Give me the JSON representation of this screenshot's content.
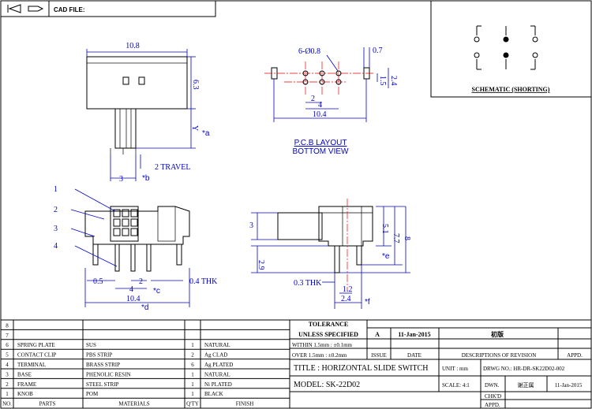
{
  "header": {
    "cad_file_label": "CAD FILE:"
  },
  "schematic": {
    "caption": "SCHEMATIC (SHORTING)"
  },
  "top_view": {
    "dims": {
      "width": "10.8",
      "height": "6.3",
      "y_a": "Y",
      "star_a": "*a",
      "pitch": "3",
      "travel": "2 TRAVEL",
      "star_b": "*b"
    }
  },
  "pcb": {
    "title": "P.C.B LAYOUT",
    "subtitle": "BOTTOM VIEW",
    "dims": {
      "holes": "6-Ø0.8",
      "edge": "0.7",
      "pitch_v": "1.5",
      "height": "2.4",
      "pitch_h": "2",
      "span": "4",
      "total": "10.4"
    }
  },
  "front_view": {
    "callouts": [
      "1",
      "2",
      "3",
      "4"
    ],
    "dims": {
      "pin": "0.5",
      "p4": "4",
      "p2": "2",
      "star_c": "*c",
      "thk": "0.4 THK",
      "total": "10.4",
      "star_d": "*d"
    }
  },
  "side_view": {
    "dims": {
      "d3": "3",
      "d29": "2.9",
      "d51": "5.1",
      "d77": "7.7",
      "d8": "8",
      "star_e": "*e",
      "thk": "0.3 THK",
      "d12": "1.2",
      "d24": "2.4",
      "star_f": "*f"
    }
  },
  "bom": {
    "rows": [
      {
        "no": "8",
        "part": "",
        "material": "",
        "qty": "",
        "finish": ""
      },
      {
        "no": "7",
        "part": "",
        "material": "",
        "qty": "",
        "finish": ""
      },
      {
        "no": "6",
        "part": "SPRING PLATE",
        "material": "SUS",
        "qty": "1",
        "finish": "NATURAL"
      },
      {
        "no": "5",
        "part": "CONTACT CLIP",
        "material": "PBS STRIP",
        "qty": "2",
        "finish": "Ag CLAD"
      },
      {
        "no": "4",
        "part": "TERMINAL",
        "material": "BRASS STRIP",
        "qty": "6",
        "finish": "Ag PLATED"
      },
      {
        "no": "3",
        "part": "BASE",
        "material": "PHENOLIC RESIN",
        "qty": "1",
        "finish": "NATURAL"
      },
      {
        "no": "2",
        "part": "FRAME",
        "material": "STEEL STRIP",
        "qty": "1",
        "finish": "Ni PLATED"
      },
      {
        "no": "1",
        "part": "KNOB",
        "material": "POM",
        "qty": "1",
        "finish": "BLACK"
      }
    ],
    "headers": {
      "no": "NO.",
      "part": "PARTS",
      "material": "MATERIALS",
      "qty": "Q'TY",
      "finish": "FINISH"
    }
  },
  "title_block": {
    "tolerance": "TOLERANCE",
    "unless": "UNLESS  SPECIFIED",
    "within": "WITHIN 1.5mm : ±0.1mm",
    "over": "OVER  1.5mm : ±0.2mm",
    "rev_letter": "A",
    "rev_date": "11-Jan-2015",
    "rev_desc": "初版",
    "issue": "ISSUE",
    "date": "DATE",
    "desc_of_rev": "DESCRIPTIONS OF REVISION",
    "appd": "APPD.",
    "title": "TITLE :  HORIZONTAL SLIDE SWITCH",
    "unit": "UNIT :  mm",
    "drwg": "DRWG NO.: HR-DR-SK22D02-002",
    "model": "MODEL:   SK-22D02",
    "scale": "SCALE:   4:1",
    "dwn": "DWN.",
    "dwn_name": "谢正属",
    "dwn_date": "11-Jan-2015",
    "chkd": "CHK'D",
    "appd2": "APPD."
  }
}
